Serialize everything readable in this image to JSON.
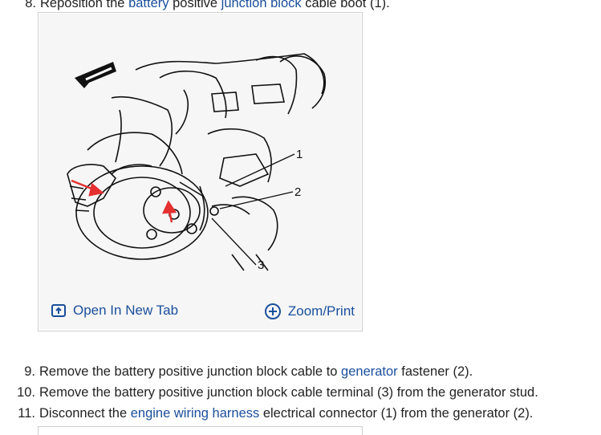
{
  "steps": {
    "s8": {
      "num": "8.",
      "pre": "Reposition the ",
      "link1": "battery",
      "mid": " positive ",
      "link2": "junction block",
      "post": " cable boot (1)."
    },
    "s9": {
      "num": "9.",
      "pre": "Remove the battery positive junction block cable to ",
      "link1": "generator",
      "post": " fastener (2)."
    },
    "s10": {
      "num": "10.",
      "text": "Remove the battery positive junction block cable terminal (3) from the generator stud."
    },
    "s11": {
      "num": "11.",
      "pre": "Disconnect the ",
      "link1": "engine wiring harness",
      "post": " electrical connector (1) from the generator (2)."
    }
  },
  "figure": {
    "callouts": [
      "1",
      "2",
      "3"
    ],
    "open_tab_label": "Open In New Tab",
    "zoom_label": "Zoom/Print",
    "link_color": "#1a4f9c",
    "arrow_color": "#e53030"
  }
}
